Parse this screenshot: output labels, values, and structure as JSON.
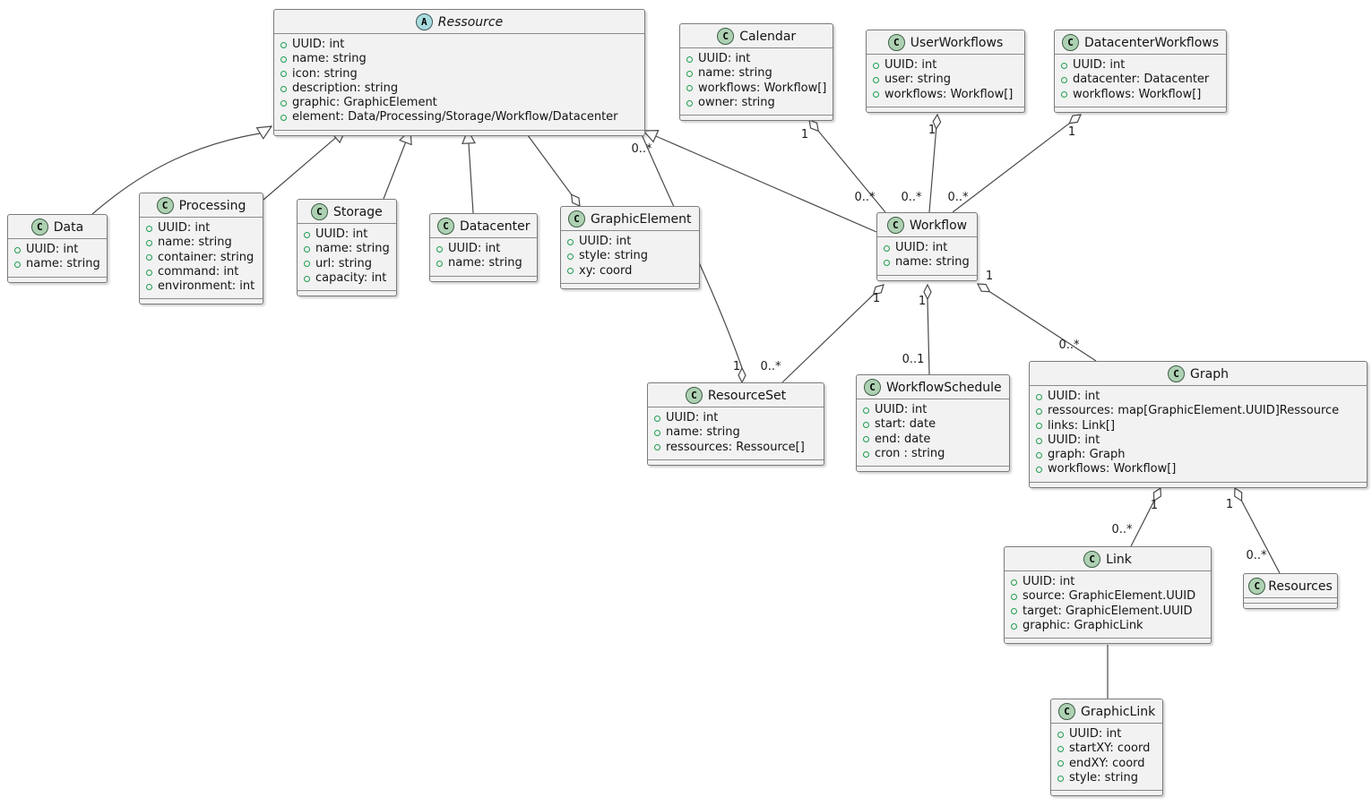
{
  "diagram": {
    "kind": "uml-class-diagram",
    "background": "#ffffff"
  },
  "colors": {
    "class_fill": "#f2f2f2",
    "class_border": "#7b7b7b",
    "line": "#4a4a4a",
    "class_icon_fill": "#ADD1B2",
    "abstract_icon_fill": "#A9DCDF",
    "attribute_dot": "#1E9E50"
  },
  "classes": {
    "ressource": {
      "icon_letter": "A",
      "stereotype": "abstract",
      "name": "Ressource",
      "attributes": [
        "UUID: int",
        "name: string",
        "icon: string",
        "description: string",
        "graphic: GraphicElement",
        "element: Data/Processing/Storage/Workflow/Datacenter"
      ]
    },
    "calendar": {
      "icon_letter": "C",
      "stereotype": "class",
      "name": "Calendar",
      "attributes": [
        "UUID: int",
        "name: string",
        "workflows: Workflow[]",
        "owner: string"
      ]
    },
    "userworkflows": {
      "icon_letter": "C",
      "stereotype": "class",
      "name": "UserWorkflows",
      "attributes": [
        "UUID: int",
        "user: string",
        "workflows: Workflow[]"
      ]
    },
    "datacenterworkflows": {
      "icon_letter": "C",
      "stereotype": "class",
      "name": "DatacenterWorkflows",
      "attributes": [
        "UUID: int",
        "datacenter: Datacenter",
        "workflows: Workflow[]"
      ]
    },
    "data": {
      "icon_letter": "C",
      "stereotype": "class",
      "name": "Data",
      "attributes": [
        "UUID: int",
        "name: string"
      ]
    },
    "processing": {
      "icon_letter": "C",
      "stereotype": "class",
      "name": "Processing",
      "attributes": [
        "UUID: int",
        "name: string",
        "container: string",
        "command: int",
        "environment: int"
      ]
    },
    "storage": {
      "icon_letter": "C",
      "stereotype": "class",
      "name": "Storage",
      "attributes": [
        "UUID: int",
        "name: string",
        "url: string",
        "capacity: int"
      ]
    },
    "datacenter": {
      "icon_letter": "C",
      "stereotype": "class",
      "name": "Datacenter",
      "attributes": [
        "UUID: int",
        "name: string"
      ]
    },
    "graphicelement": {
      "icon_letter": "C",
      "stereotype": "class",
      "name": "GraphicElement",
      "attributes": [
        "UUID: int",
        "style: string",
        "xy: coord"
      ]
    },
    "workflow": {
      "icon_letter": "C",
      "stereotype": "class",
      "name": "Workflow",
      "attributes": [
        "UUID: int",
        "name: string"
      ]
    },
    "resourceset": {
      "icon_letter": "C",
      "stereotype": "class",
      "name": "ResourceSet",
      "attributes": [
        "UUID: int",
        "name: string",
        "ressources: Ressource[]"
      ]
    },
    "workflowschedule": {
      "icon_letter": "C",
      "stereotype": "class",
      "name": "WorkflowSchedule",
      "attributes": [
        "UUID: int",
        "start: date",
        "end: date",
        "cron : string"
      ]
    },
    "graph": {
      "icon_letter": "C",
      "stereotype": "class",
      "name": "Graph",
      "attributes": [
        "UUID: int",
        "ressources: map[GraphicElement.UUID]Ressource",
        "links: Link[]",
        "UUID: int",
        "graph: Graph",
        "workflows: Workflow[]"
      ]
    },
    "link": {
      "icon_letter": "C",
      "stereotype": "class",
      "name": "Link",
      "attributes": [
        "UUID: int",
        "source: GraphicElement.UUID",
        "target: GraphicElement.UUID",
        "graphic: GraphicLink"
      ]
    },
    "resources": {
      "icon_letter": "C",
      "stereotype": "class",
      "name": "Resources",
      "attributes": []
    },
    "graphiclink": {
      "icon_letter": "C",
      "stereotype": "class",
      "name": "GraphicLink",
      "attributes": [
        "UUID: int",
        "startXY: coord",
        "endXY: coord",
        "style: string"
      ]
    }
  },
  "edges": [
    {
      "id": "data-extends-ressource",
      "type": "generalization",
      "from": "Data",
      "to": "Ressource"
    },
    {
      "id": "processing-extends-ressource",
      "type": "generalization",
      "from": "Processing",
      "to": "Ressource"
    },
    {
      "id": "storage-extends-ressource",
      "type": "generalization",
      "from": "Storage",
      "to": "Ressource"
    },
    {
      "id": "datacenter-extends-ressource",
      "type": "generalization",
      "from": "Datacenter",
      "to": "Ressource"
    },
    {
      "id": "workflow-extends-ressource",
      "type": "generalization",
      "from": "Workflow",
      "to": "Ressource"
    },
    {
      "id": "ressource-graphicelement",
      "type": "aggregation",
      "from": "Ressource",
      "to": "GraphicElement",
      "diamond_end": "GraphicElement"
    },
    {
      "id": "resourceset-has-ressources",
      "type": "aggregation",
      "from": "ResourceSet",
      "to": "Ressource",
      "source_label": "1",
      "target_label": "0..*"
    },
    {
      "id": "calendar-has-workflows",
      "type": "aggregation",
      "from": "Calendar",
      "to": "Workflow",
      "source_label": "1",
      "target_label": "0..*"
    },
    {
      "id": "userworkflows-has-workflows",
      "type": "aggregation",
      "from": "UserWorkflows",
      "to": "Workflow",
      "source_label": "1",
      "target_label": "0..*"
    },
    {
      "id": "datacenterworkflows-has-workflows",
      "type": "aggregation",
      "from": "DatacenterWorkflows",
      "to": "Workflow",
      "source_label": "1",
      "target_label": "0..*"
    },
    {
      "id": "workflow-has-resourcesets",
      "type": "aggregation",
      "from": "Workflow",
      "to": "ResourceSet",
      "source_label": "1",
      "target_label": "0..*"
    },
    {
      "id": "workflow-has-schedule",
      "type": "aggregation",
      "from": "Workflow",
      "to": "WorkflowSchedule",
      "source_label": "1",
      "target_label": "0..1"
    },
    {
      "id": "workflow-has-graphs",
      "type": "aggregation",
      "from": "Workflow",
      "to": "Graph",
      "source_label": "1",
      "target_label": "0..*"
    },
    {
      "id": "graph-has-links",
      "type": "aggregation",
      "from": "Graph",
      "to": "Link",
      "source_label": "1",
      "target_label": "0..*"
    },
    {
      "id": "graph-has-resources",
      "type": "aggregation",
      "from": "Graph",
      "to": "Resources",
      "source_label": "1",
      "target_label": "0..*"
    },
    {
      "id": "link-graphiclink",
      "type": "association",
      "from": "Link",
      "to": "GraphicLink"
    }
  ]
}
